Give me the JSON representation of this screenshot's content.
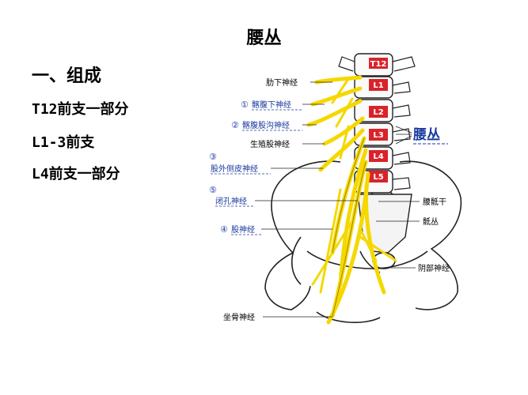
{
  "title": "腰丛",
  "heading": "一、组成",
  "bullets": [
    "T12前支一部分",
    "L1-3前支",
    "L4前支一部分"
  ],
  "diagram": {
    "vertebrae": [
      "T12",
      "L1",
      "L2",
      "L3",
      "L4",
      "L5"
    ],
    "plexus_label": "腰丛",
    "left_labels": {
      "subcostal": "肋下神经",
      "iliohypogastric_num": "①",
      "iliohypogastric": "髂腹下神经",
      "ilioinguinal_num": "②",
      "ilioinguinal": "髂腹股沟神经",
      "genitofemoral": "生殖股神经",
      "lat_femoral_cut_num": "③",
      "lat_femoral_cut": "股外侧皮神经",
      "obturator_num": "⑤",
      "obturator": "闭孔神经",
      "femoral_num": "④",
      "femoral": "股神经",
      "sciatic": "坐骨神经"
    },
    "right_labels": {
      "lumbosacral_trunk": "腰骶干",
      "sacral_plexus": "骶丛",
      "pudendal": "阴部神经"
    },
    "colors": {
      "nerve": "#f5d800",
      "vertebra_label_bg": "#d9232a",
      "accent_blue": "#1a3a9c"
    }
  }
}
